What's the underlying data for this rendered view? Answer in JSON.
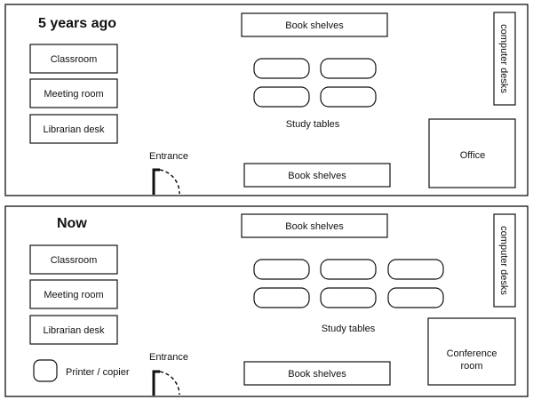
{
  "panels": {
    "past": {
      "heading": "5 years ago",
      "book_shelves_top": "Book shelves",
      "computer_desks": "computer desks",
      "classroom": "Classroom",
      "meeting_room": "Meeting room",
      "librarian_desk": "Librarian desk",
      "study_tables": "Study tables",
      "study_table_count": 4,
      "entrance": "Entrance",
      "book_shelves_bottom": "Book shelves",
      "office": "Office"
    },
    "now": {
      "heading": "Now",
      "book_shelves_top": "Book shelves",
      "computer_desks": "computer desks",
      "classroom": "Classroom",
      "meeting_room": "Meeting room",
      "librarian_desk": "Librarian desk",
      "printer_copier": "Printer / copier",
      "study_tables": "Study tables",
      "study_table_count": 6,
      "entrance": "Entrance",
      "book_shelves_bottom": "Book shelves",
      "conference_room_line1": "Conference",
      "conference_room_line2": "room"
    }
  }
}
